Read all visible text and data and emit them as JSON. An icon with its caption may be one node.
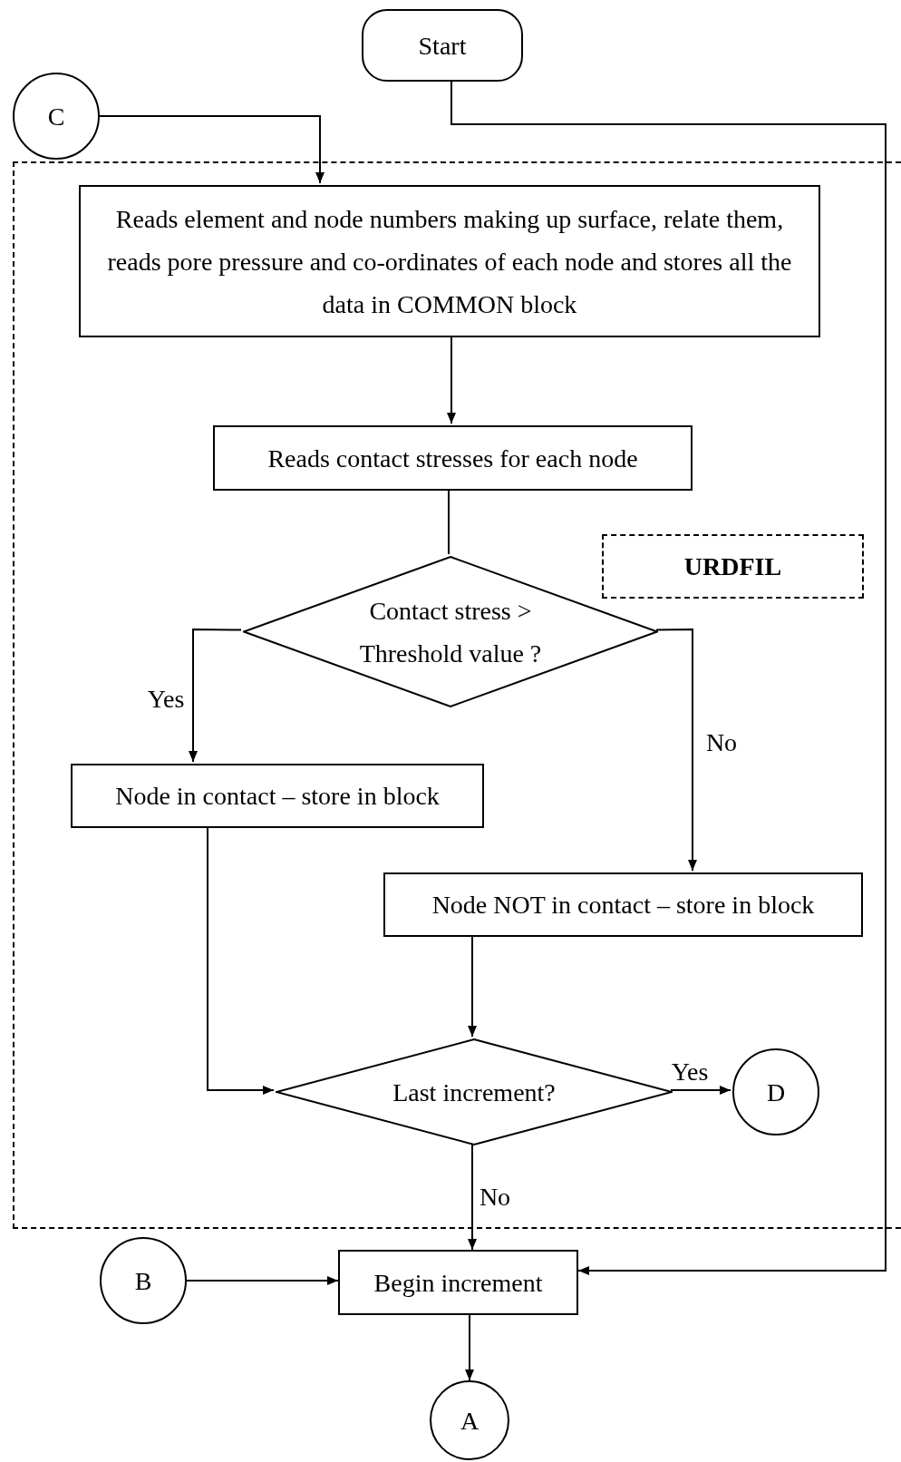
{
  "diagram": {
    "nodes": [
      {
        "text": [
          "Start"
        ]
      },
      {
        "text": [
          "C"
        ]
      },
      {
        "text": [],
        "shape": "box"
      },
      {
        "text": [
          "Reads element and node numbers making up surface, relate them, reads pore pressure and co-ordinates of each node and stores all the data in COMMON block"
        ],
        "in": 2
      },
      {
        "text": [
          "Reads contact stresses for each node"
        ],
        "in": 2
      },
      {
        "text": [
          "URDFIL"
        ],
        "in": 2
      },
      {
        "text": [
          "Contact stress > Threshold value ?"
        ],
        "in": 2
      },
      {
        "text": [
          "Node in contact – store in block"
        ],
        "in": 2
      },
      {
        "text": [
          "Node NOT in contact – store in block"
        ],
        "in": 2
      },
      {
        "text": [
          "Last increment?"
        ],
        "in": 2
      },
      {
        "text": [
          "D"
        ],
        "in": 2
      },
      {
        "text": [
          "B"
        ]
      },
      {
        "text": [
          "Begin increment"
        ]
      },
      {
        "text": [
          "A"
        ]
      }
    ],
    "edges": [
      {
        "from": 0,
        "to": 12,
        "arrow": "to"
      },
      {
        "from": 1,
        "to": 3,
        "arrow": "to"
      },
      {
        "from": 3,
        "to": 4,
        "arrow": "to"
      },
      {
        "from": 4,
        "to": 6,
        "arrow": "none"
      },
      {
        "from": 6,
        "to": 7,
        "arrow": "to",
        "label": "Yes"
      },
      {
        "from": 6,
        "to": 8,
        "arrow": "to",
        "label": "No"
      },
      {
        "from": 7,
        "to": 9,
        "arrow": "to"
      },
      {
        "from": 8,
        "to": 9,
        "arrow": "to"
      },
      {
        "from": 9,
        "to": 10,
        "arrow": "to",
        "label": "Yes"
      },
      {
        "from": 9,
        "to": 12,
        "arrow": "to",
        "label": "No"
      },
      {
        "from": 11,
        "to": 12,
        "arrow": "to"
      },
      {
        "from": 12,
        "to": 13,
        "arrow": "to"
      }
    ]
  }
}
